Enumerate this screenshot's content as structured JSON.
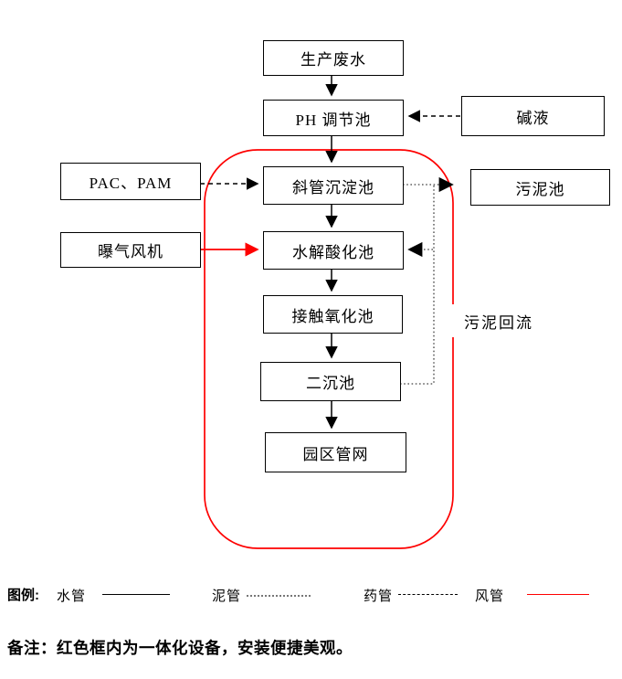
{
  "diagram_title": "wastewater-treatment-process-flow",
  "boxes": {
    "production_wastewater": "生产废水",
    "ph_adjust_tank": "PH 调节池",
    "alkali_liquor": "碱液",
    "pac_pam": "PAC、PAM",
    "aeration_blower": "曝气风机",
    "inclined_tube_sedimentation_tank": "斜管沉淀池",
    "hydrolysis_acidification_tank": "水解酸化池",
    "contact_oxidation_tank": "接触氧化池",
    "secondary_sedimentation_tank": "二沉池",
    "park_pipe_network": "园区管网",
    "sludge_tank": "污泥池"
  },
  "labels": {
    "sludge_return": "污泥回流"
  },
  "legend": {
    "title": "图例:",
    "items": [
      {
        "label": "水管",
        "line_style": "solid-black"
      },
      {
        "label": "泥管",
        "line_style": "dotted-gray"
      },
      {
        "label": "药管",
        "line_style": "dashed-black"
      },
      {
        "label": "风管",
        "line_style": "solid-red"
      }
    ]
  },
  "note": "备注：红色框内为一体化设备，安装便捷美观。",
  "colors": {
    "line_black": "#000000",
    "dotted_gray": "#777777",
    "frame_red": "#fe0000",
    "background": "#ffffff"
  }
}
